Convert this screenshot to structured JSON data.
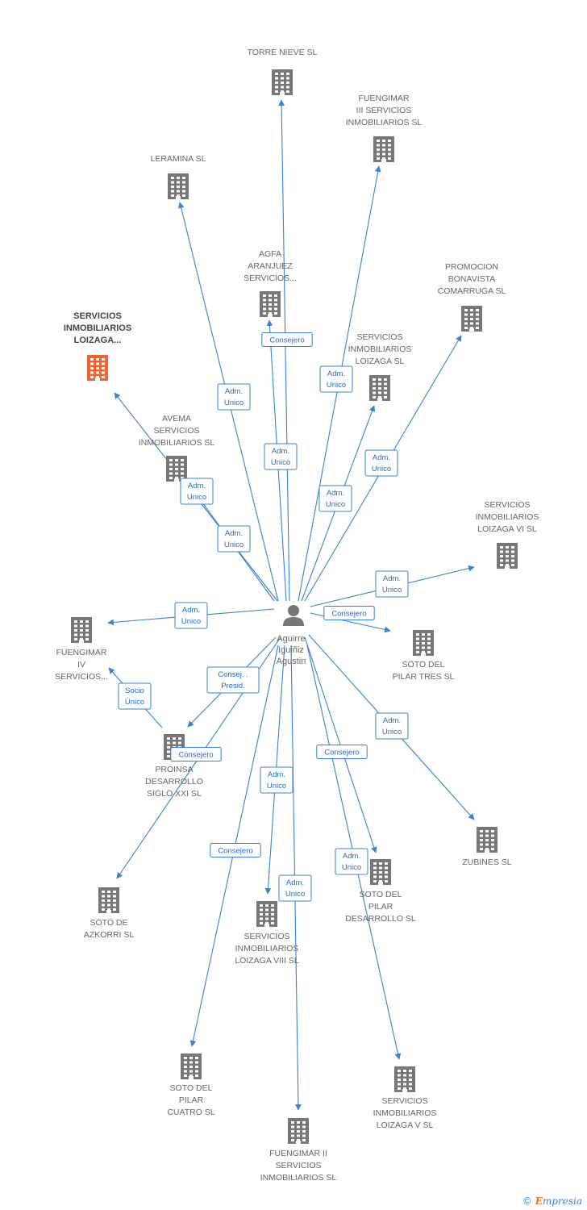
{
  "person": {
    "name": [
      "Aguirre",
      "Iguiñiz",
      "Agustin"
    ]
  },
  "colors": {
    "edge": "#3b7fd6",
    "building": "#777777",
    "focus": "#f4622f",
    "text": "#666666"
  },
  "watermark": {
    "copyright": "©",
    "brand_initial": "E",
    "brand_rest": "mpresia"
  },
  "nodes": [
    {
      "id": "torre",
      "lines": [
        "TORRE NIEVE SL"
      ]
    },
    {
      "id": "fuengimar3",
      "lines": [
        "FUENGIMAR",
        "III SERVICIOS",
        "INMOBILIARIOS SL"
      ]
    },
    {
      "id": "leramina",
      "lines": [
        "LERAMINA SL"
      ]
    },
    {
      "id": "agfa",
      "lines": [
        "AGFA",
        "ARANJUEZ",
        "SERVICIOS..."
      ]
    },
    {
      "id": "promocion",
      "lines": [
        "PROMOCION",
        "BONAVISTA",
        "COMARRUGA SL"
      ]
    },
    {
      "id": "focus",
      "lines": [
        "SERVICIOS",
        "INMOBILIARIOS",
        "LOIZAGA..."
      ],
      "focus": true
    },
    {
      "id": "loizaga",
      "lines": [
        "SERVICIOS",
        "INMOBILIARIOS",
        "LOIZAGA SL"
      ]
    },
    {
      "id": "avema",
      "lines": [
        "AVEMA",
        "SERVICIOS",
        "INMOBILIARIOS SL"
      ]
    },
    {
      "id": "loizaga6",
      "lines": [
        "SERVICIOS",
        "INMOBILIARIOS",
        "LOIZAGA VI SL"
      ]
    },
    {
      "id": "fuengimar4",
      "lines": [
        "FUENGIMAR",
        "IV",
        "SERVICIOS..."
      ]
    },
    {
      "id": "soto_tres",
      "lines": [
        "SOTO DEL",
        "PILAR TRES SL"
      ]
    },
    {
      "id": "proinsa",
      "lines": [
        "PROINSA",
        "DESARROLLO",
        "SIGLO XXI SL"
      ]
    },
    {
      "id": "zubines",
      "lines": [
        "ZUBINES SL"
      ]
    },
    {
      "id": "azkorri",
      "lines": [
        "SOTO DE",
        "AZKORRI SL"
      ]
    },
    {
      "id": "loizaga8",
      "lines": [
        "SERVICIOS",
        "INMOBILIARIOS",
        "LOIZAGA VIII SL"
      ]
    },
    {
      "id": "soto_desarrollo",
      "lines": [
        "SOTO DEL",
        "PILAR",
        "DESARROLLO SL"
      ]
    },
    {
      "id": "soto_cuatro",
      "lines": [
        "SOTO DEL",
        "PILAR",
        "CUATRO SL"
      ]
    },
    {
      "id": "loizaga5",
      "lines": [
        "SERVICIOS",
        "INMOBILIARIOS",
        "LOIZAGA V SL"
      ]
    },
    {
      "id": "fuengimar2",
      "lines": [
        "FUENGIMAR II",
        "SERVICIOS",
        "INMOBILIARIOS SL"
      ]
    }
  ],
  "edges": [
    {
      "to": "torre",
      "label": [
        "Consejero"
      ]
    },
    {
      "to": "fuengimar3",
      "label": [
        "Adm.",
        "Unico"
      ]
    },
    {
      "to": "leramina",
      "label": [
        "Adm.",
        "Unico"
      ]
    },
    {
      "to": "agfa",
      "label": [
        "Adm.",
        "Unico"
      ]
    },
    {
      "to": "promocion",
      "label": [
        "Adm.",
        "Unico"
      ]
    },
    {
      "to": "loizaga",
      "label": [
        "Adm.",
        "Unico"
      ]
    },
    {
      "to": "focus",
      "label": [
        "Adm.",
        "Unico"
      ]
    },
    {
      "to": "avema",
      "label": [
        "Adm.",
        "Unico"
      ]
    },
    {
      "to": "loizaga6",
      "label": [
        "Adm.",
        "Unico"
      ]
    },
    {
      "to": "fuengimar4",
      "label": [
        "Adm.",
        "Unico"
      ]
    },
    {
      "to": "soto_tres",
      "label": [
        "Consejero"
      ]
    },
    {
      "to": "proinsa",
      "label": [
        "Consej. .",
        "Presid."
      ]
    },
    {
      "from": "proinsa",
      "to": "fuengimar4",
      "label": [
        "Socio",
        "Único"
      ]
    },
    {
      "to": "azkorri",
      "label": [
        "Consejero"
      ]
    },
    {
      "to": "zubines",
      "label": [
        "Adm.",
        "Unico"
      ]
    },
    {
      "to": "soto_desarrollo",
      "label": [
        "Consejero"
      ]
    },
    {
      "to": "loizaga8",
      "label": [
        "Adm.",
        "Unico"
      ]
    },
    {
      "to": "soto_cuatro",
      "label": [
        "Consejero"
      ]
    },
    {
      "to": "fuengimar2",
      "label": [
        "Adm.",
        "Unico"
      ]
    },
    {
      "to": "loizaga5",
      "label": [
        "Adm.",
        "Unico"
      ]
    }
  ]
}
